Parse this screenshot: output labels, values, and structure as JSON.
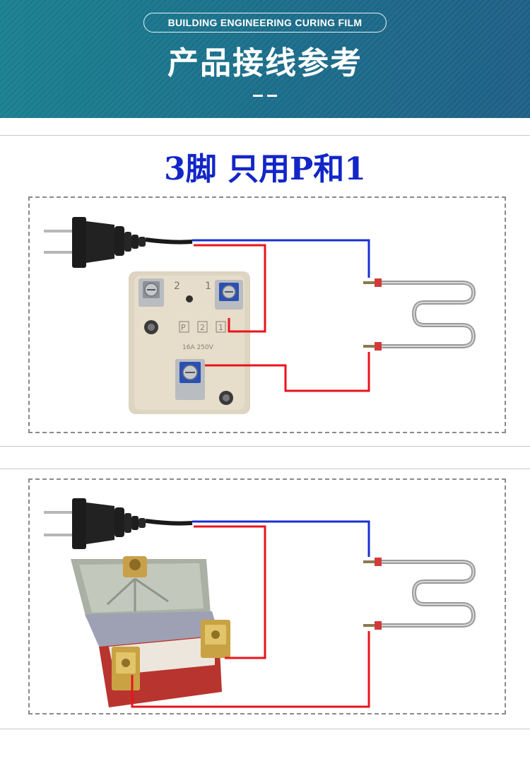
{
  "header": {
    "badge": "BUILDING ENGINEERING CURING FILM",
    "title": "产品接线参考"
  },
  "subtitle": "3脚 只用P和1",
  "colors": {
    "live_wire": "#e8141c",
    "neutral_wire": "#1a2fd0",
    "header_bg": "#1b6e8a",
    "subtitle_text": "#1226c8"
  },
  "diagram1": {
    "terminal_2": "2",
    "terminal_1": "1",
    "mark_p": "P",
    "mark_2": "2",
    "mark_1": "1",
    "rating": "16A 250V"
  }
}
